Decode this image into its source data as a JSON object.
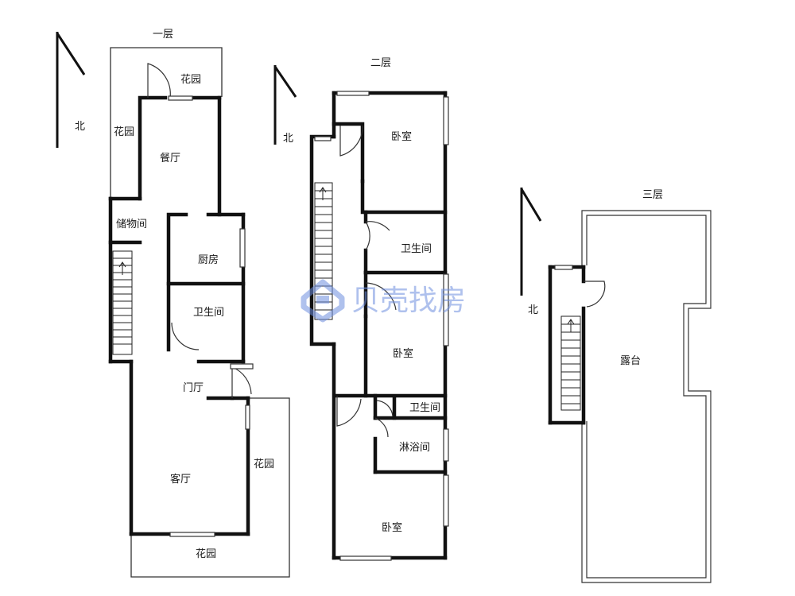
{
  "floors": {
    "f1": {
      "title": "一层",
      "north": "北",
      "rooms": {
        "garden_top": "花园",
        "garden_left": "花园",
        "dining": "餐厅",
        "storage": "储物间",
        "kitchen": "厨房",
        "bathroom": "卫生间",
        "foyer": "门厅",
        "living": "客厅",
        "garden_right": "花园",
        "garden_bottom": "花园"
      }
    },
    "f2": {
      "title": "二层",
      "north": "北",
      "rooms": {
        "bedroom_top": "卧室",
        "bathroom_top": "卫生间",
        "bedroom_mid": "卧室",
        "bathroom_small": "卫生间",
        "shower": "淋浴间",
        "bedroom_bottom": "卧室"
      }
    },
    "f3": {
      "title": "三层",
      "north": "北",
      "rooms": {
        "terrace": "露台"
      }
    }
  },
  "watermark": {
    "text": "贝壳找房",
    "color": "#6f8fe0"
  }
}
